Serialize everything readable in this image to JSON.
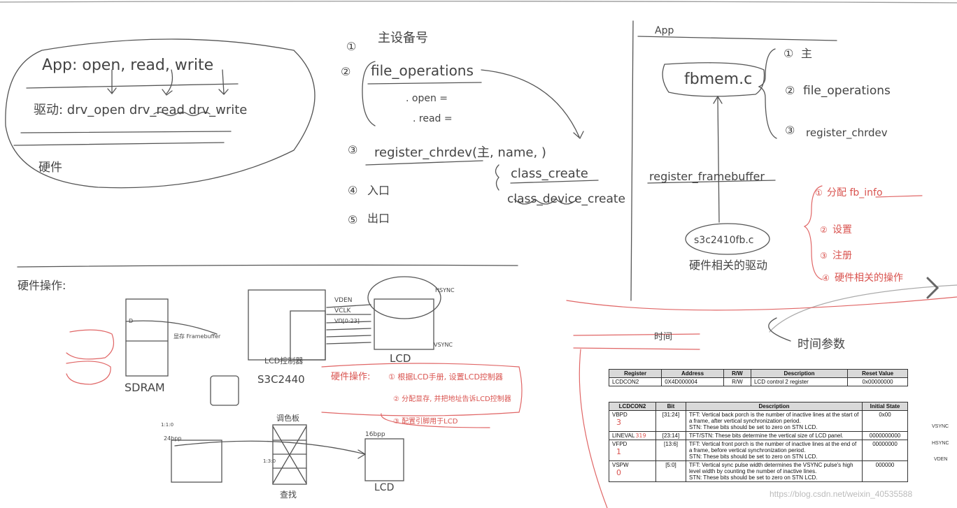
{
  "notes": {
    "app_line": "App: open, read, write",
    "driver_line": "驱动: drv_open  drv_read  drv_write",
    "hardware": "硬件",
    "steps": [
      {
        "num": "①",
        "text": "主设备号"
      },
      {
        "num": "②",
        "text": "file_operations"
      },
      {
        "num": "③",
        "text": "register_chrdev(主, name, )"
      },
      {
        "num": "④",
        "text": "入口"
      },
      {
        "num": "⑤",
        "text": "出口"
      }
    ],
    "fops_open": ". open =",
    "fops_read": ". read =",
    "class_create": "class_create",
    "class_device_create": "class_device_create",
    "app_label": "App",
    "fbmem": "fbmem.c",
    "fbmem_steps": [
      {
        "num": "①",
        "text": "主"
      },
      {
        "num": "②",
        "text": "file_operations"
      },
      {
        "num": "③",
        "text": "register_chrdev"
      }
    ],
    "register_framebuffer": "register_framebuffer",
    "s3c_driver": "s3c2410fb.c",
    "hw_related_driver": "硬件相关的驱动",
    "fb_steps": [
      {
        "num": "①",
        "text": "分配 fb_info"
      },
      {
        "num": "②",
        "text": "设置"
      },
      {
        "num": "③",
        "text": "注册"
      },
      {
        "num": "④",
        "text": "硬件相关的操作"
      }
    ],
    "hw_ops": "硬件操作:",
    "vden": "VDEN",
    "vclk": "VCLK",
    "vd": "VD[0:23]",
    "hsync": "HSYNC",
    "vsync": "VSYNC",
    "lcd_ctrl": "LCD控制器",
    "lcd": "LCD",
    "sdram": "SDRAM",
    "s3c2440": "S3C2440",
    "framebuffer": "显存 Framebuffer",
    "red_steps": {
      "title": "硬件操作:",
      "s1": "① 根据LCD手册, 设置LCD控制器",
      "s2": "② 分配显存, 并把地址告诉LCD控制器",
      "s3": "③ 配置引脚用于LCD"
    },
    "bpp16": "16bpp",
    "bpp24": "24bpp",
    "palette": "调色板",
    "time_params": "时间参数",
    "timing_word": "时间",
    "scale_a": "1:1:0",
    "scale_b": "1:3:0",
    "lookup": "查找"
  },
  "register_table": {
    "headers": [
      "Register",
      "Address",
      "R/W",
      "Description",
      "Reset Value"
    ],
    "rows": [
      [
        "LCDCON2",
        "0X4D000004",
        "R/W",
        "LCD control 2 register",
        "0x00000000"
      ]
    ]
  },
  "bit_table": {
    "headers": [
      "LCDCON2",
      "Bit",
      "Description",
      "Initial State"
    ],
    "rows": [
      {
        "name": "VBPD",
        "note": "3",
        "bit": "[31:24]",
        "desc": "TFT: Vertical back porch is the number of inactive lines at the start of a frame, after vertical synchronization period.",
        "stn": "STN: These bits should be set to zero on STN LCD.",
        "init": "0x00"
      },
      {
        "name": "LINEVAL",
        "note": "319",
        "bit": "[23:14]",
        "desc": "TFT/STN: These bits determine the vertical size of LCD panel.",
        "stn": "",
        "init": "0000000000"
      },
      {
        "name": "VFPD",
        "note": "1",
        "bit": "[13:6]",
        "desc": "TFT: Vertical front porch is the number of inactive lines at the end of a frame, before vertical synchronization period.",
        "stn": "STN: These bits should be set to zero on STN LCD.",
        "init": "00000000"
      },
      {
        "name": "VSPW",
        "note": "0",
        "bit": "[5:0]",
        "desc": "TFT: Vertical sync pulse width determines the VSYNC pulse's high level width by counting the number of inactive lines.",
        "stn": "STN: These bits should be set to zero on STN LCD.",
        "init": "000000"
      }
    ]
  },
  "side_labels": [
    "VSYNC",
    "HSYNC",
    "VDEN"
  ],
  "watermark": "https://blog.csdn.net/weixin_40535588"
}
